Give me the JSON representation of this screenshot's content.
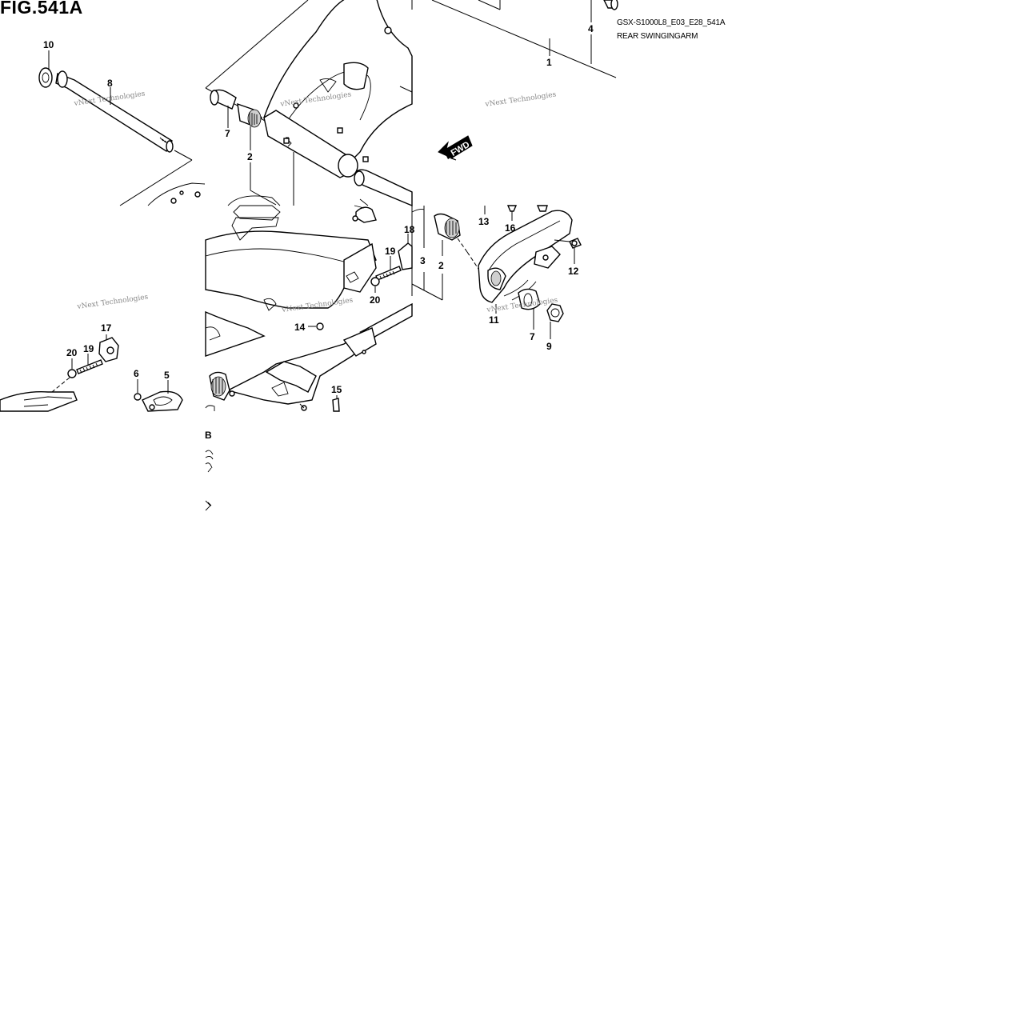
{
  "figure": {
    "title": "FIG.541A",
    "model_code": "GSX-S1000L8_E03_E28_541A",
    "section_name": "REAR SWINGINGARM"
  },
  "watermark": "vNext Technologies",
  "fwd_label": "FWD",
  "callouts": [
    {
      "id": "c10a",
      "label": "10"
    },
    {
      "id": "c8a",
      "label": "8"
    },
    {
      "id": "c7a",
      "label": "7"
    },
    {
      "id": "c2a",
      "label": "2"
    },
    {
      "id": "c4a",
      "label": "4"
    },
    {
      "id": "c1a",
      "label": "1"
    },
    {
      "id": "c13a",
      "label": "13"
    },
    {
      "id": "c16a",
      "label": "16"
    },
    {
      "id": "c12a",
      "label": "12"
    },
    {
      "id": "c3a",
      "label": "3"
    },
    {
      "id": "c2b",
      "label": "2"
    },
    {
      "id": "c18a",
      "label": "18"
    },
    {
      "id": "c19a",
      "label": "19"
    },
    {
      "id": "c20a",
      "label": "20"
    },
    {
      "id": "c11a",
      "label": "11"
    },
    {
      "id": "c7b",
      "label": "7"
    },
    {
      "id": "c9a",
      "label": "9"
    },
    {
      "id": "c14a",
      "label": "14"
    },
    {
      "id": "c15a",
      "label": "15"
    },
    {
      "id": "c17a",
      "label": "17"
    },
    {
      "id": "c20b",
      "label": "20"
    },
    {
      "id": "c19b",
      "label": "19"
    },
    {
      "id": "c6a",
      "label": "6"
    },
    {
      "id": "c5a",
      "label": "5"
    },
    {
      "id": "cB",
      "label": "B"
    }
  ]
}
